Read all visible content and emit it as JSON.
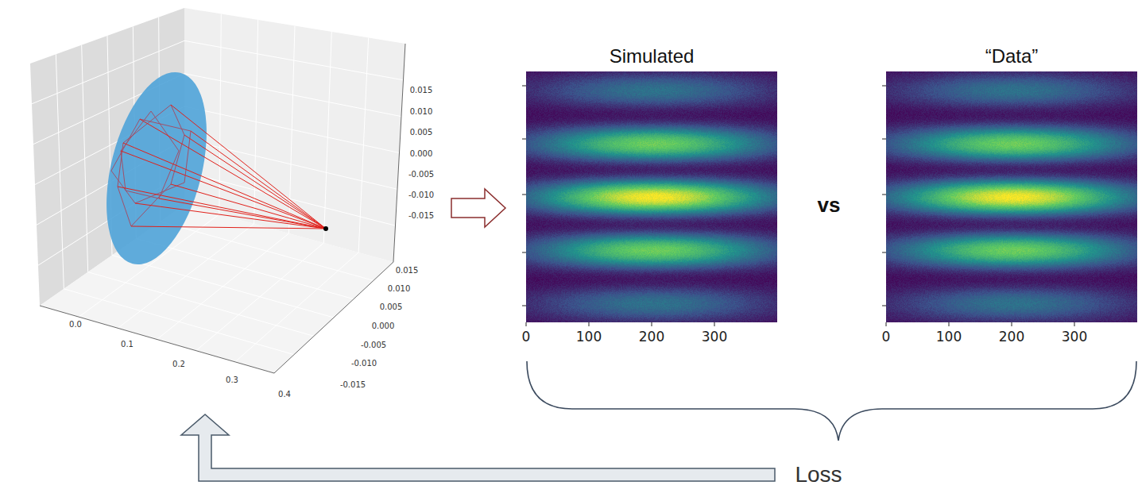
{
  "diagram": {
    "nodes": [
      {
        "text": [
          "Simulated"
        ]
      },
      {
        "text": [
          "“Data”"
        ]
      }
    ],
    "labels": [
      "0.015",
      "0.010",
      "0.005",
      "0.000",
      "-0.005",
      "-0.010",
      "-0.015",
      "0.015",
      "0.010",
      "0.005",
      "0.000",
      "-0.005",
      "-0.010",
      "-0.015",
      "0.0",
      "0.1",
      "0.2",
      "0.3",
      "0.4",
      "0",
      "100",
      "200",
      "300",
      "vs",
      "0",
      "100",
      "200",
      "300",
      "Loss"
    ]
  }
}
